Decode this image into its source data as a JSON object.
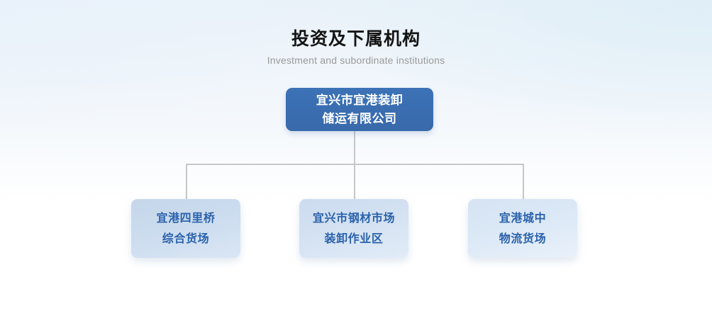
{
  "header": {
    "title": "投资及下属机构",
    "subtitle": "Investment and subordinate institutions"
  },
  "org_chart": {
    "root": {
      "line1": "宜兴市宜港装卸",
      "line2": "储运有限公司"
    },
    "children": [
      {
        "line1": "宜港四里桥",
        "line2": "综合货场"
      },
      {
        "line1": "宜兴市钢材市场",
        "line2": "装卸作业区"
      },
      {
        "line1": "宜港城中",
        "line2": "物流货场"
      }
    ]
  },
  "colors": {
    "root_node": "#3a70b4",
    "child_node": "#ccdcef",
    "child_text": "#2a62ab",
    "connector": "#c5c7c9",
    "title_text": "#141414",
    "subtitle_text": "#9a9a9a"
  }
}
